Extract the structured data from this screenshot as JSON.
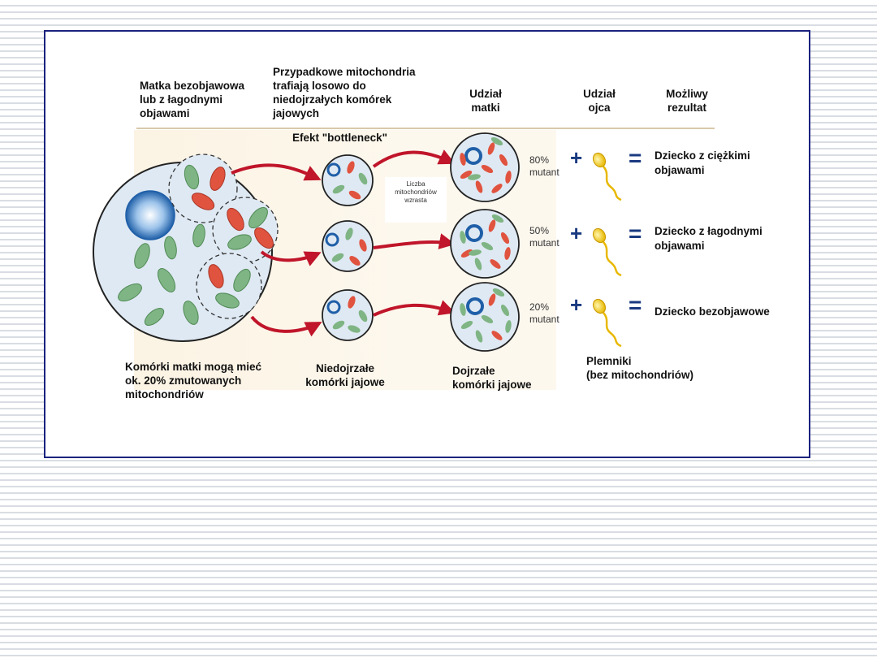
{
  "headers": {
    "mother": "Matka bezobjawowa\nlub z łagodnymi\nobjawami",
    "random": "Przypadkowe mitochondria\ntrafiają losowo do\nniedojrzałych komórek\njajowych",
    "maternal": "Udział\nmatki",
    "paternal": "Udział\nojca",
    "result": "Możliwy\nrezultat"
  },
  "bottleneck": "Efekt \"bottleneck\"",
  "count_note": "Liczba\nmitochondriów\nwzrasta",
  "rows": [
    {
      "percent": "80%\nmutant",
      "result": "Dziecko z ciężkimi\nobjawami"
    },
    {
      "percent": "50%\nmutant",
      "result": "Dziecko z łagodnymi\nobjawami"
    },
    {
      "percent": "20%\nmutant",
      "result": "Dziecko bezobjawowe"
    }
  ],
  "symbols": {
    "plus": "+",
    "equals": "="
  },
  "footers": {
    "mother_cells": "Komórki matki mogą mieć\nok. 20% zmutowanych\nmitochondriów",
    "immature": "Niedojrzałe\nkomórki jajowe",
    "mature": "Dojrzałe\nkomórki jajowe",
    "sperm": "Plemniki\n(bez mitochondriów)"
  },
  "colors": {
    "frame_border": "#1a237e",
    "mutant": "#e0533f",
    "healthy": "#7fb584",
    "nucleus": "#2a6fb5",
    "arrow": "#c0152a",
    "sperm": "#f2c200"
  }
}
